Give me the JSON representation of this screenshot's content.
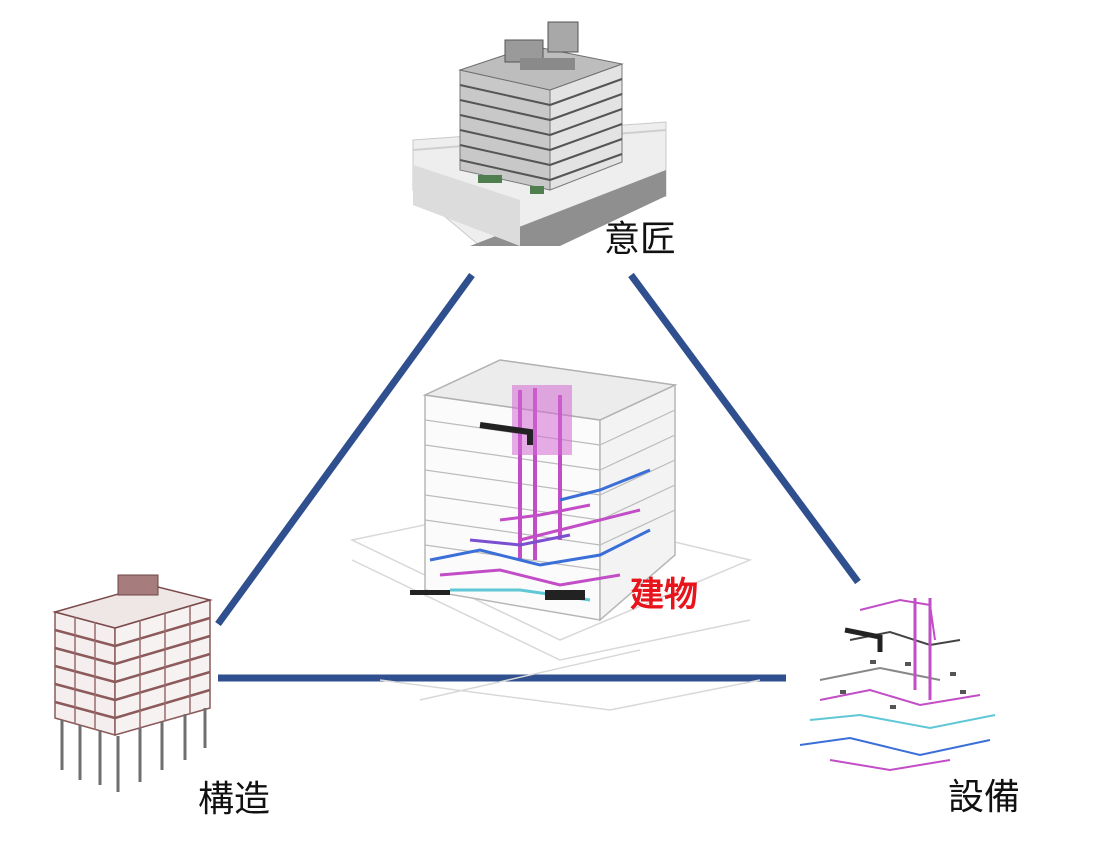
{
  "labels": {
    "architecture": "意匠",
    "structure": "構造",
    "mep": "設備",
    "building": "建物"
  },
  "colors": {
    "triangle_line": "#2f4f8f",
    "building_label": "#e8141c",
    "label_text": "#111111",
    "structure_frame": "#8c5a5a",
    "mep_pink": "#c24dc6",
    "mep_blue": "#3b6fd8",
    "mep_cyan": "#5fc7d6"
  },
  "icons": {
    "architecture": "office-building-model-icon",
    "structure": "structural-frame-model-icon",
    "mep": "mep-piping-model-icon",
    "building": "combined-bim-building-model-icon"
  }
}
